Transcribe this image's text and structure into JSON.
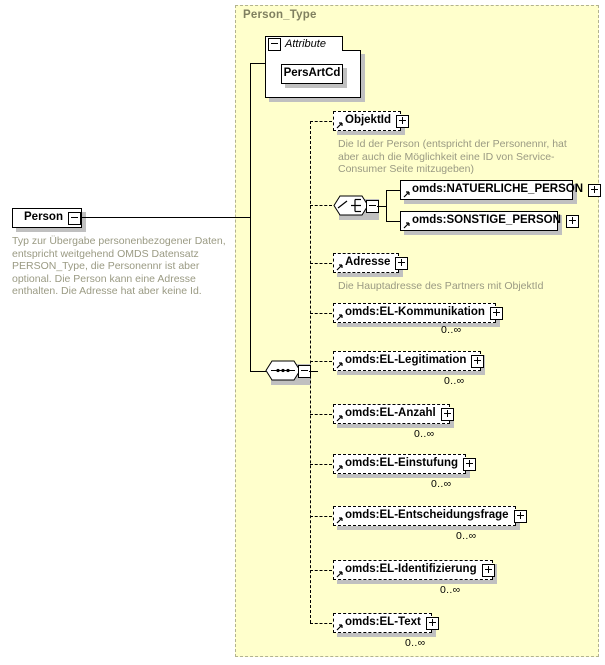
{
  "diagram": {
    "kind": "xml-schema-element-diagram",
    "colors": {
      "container_fill": "#ffffcc",
      "container_border": "#b3b38f",
      "type_title": "#808060",
      "documentation_text": "#9a9a83",
      "node_fill": "#ffffff",
      "node_border": "#000000",
      "shadow": "#c0c0c0"
    }
  },
  "root": {
    "name": "Person",
    "expander": "minus",
    "documentation": "Typ zur Übergabe personenbezogener Daten, entspricht weitgehend OMDS Datensatz PERSON_Type, die Personennr ist aber optional. Die Person kann eine Adresse enthalten. Die Adresse hat aber keine Id."
  },
  "type_box": {
    "title": "Person_Type"
  },
  "attributes": {
    "group_label": "Attribute",
    "group_expander": "minus",
    "items": [
      {
        "name": "PersArtCd"
      }
    ]
  },
  "compositors": {
    "sequence": {
      "symbol": "sequence-icon",
      "expander": "minus"
    },
    "choice": {
      "symbol": "choice-icon",
      "expander": "minus"
    }
  },
  "children": [
    {
      "name": "ObjektId",
      "style": "dashed",
      "expander": "plus",
      "cardinality": "",
      "documentation": "Die Id der Person (entspricht der Personennr, hat aber auch die Möglichkeit eine ID von Service-Consumer Seite mitzugeben)"
    },
    {
      "name": "omds:NATUERLICHE_PERSON",
      "style": "solid",
      "expander": "plus",
      "cardinality": "",
      "documentation": ""
    },
    {
      "name": "omds:SONSTIGE_PERSON",
      "style": "solid",
      "expander": "plus",
      "cardinality": "",
      "documentation": ""
    },
    {
      "name": "Adresse",
      "style": "dashed",
      "expander": "plus",
      "cardinality": "",
      "documentation": "Die Hauptadresse des Partners mit ObjektId"
    },
    {
      "name": "omds:EL-Kommunikation",
      "style": "dashed",
      "expander": "plus",
      "cardinality": "0..∞",
      "documentation": ""
    },
    {
      "name": "omds:EL-Legitimation",
      "style": "dashed",
      "expander": "plus",
      "cardinality": "0..∞",
      "documentation": ""
    },
    {
      "name": "omds:EL-Anzahl",
      "style": "dashed",
      "expander": "plus",
      "cardinality": "0..∞",
      "documentation": ""
    },
    {
      "name": "omds:EL-Einstufung",
      "style": "dashed",
      "expander": "plus",
      "cardinality": "0..∞",
      "documentation": ""
    },
    {
      "name": "omds:EL-Entscheidungsfrage",
      "style": "dashed",
      "expander": "plus",
      "cardinality": "0..∞",
      "documentation": ""
    },
    {
      "name": "omds:EL-Identifizierung",
      "style": "dashed",
      "expander": "plus",
      "cardinality": "0..∞",
      "documentation": ""
    },
    {
      "name": "omds:EL-Text",
      "style": "dashed",
      "expander": "plus",
      "cardinality": "0..∞",
      "documentation": ""
    }
  ]
}
